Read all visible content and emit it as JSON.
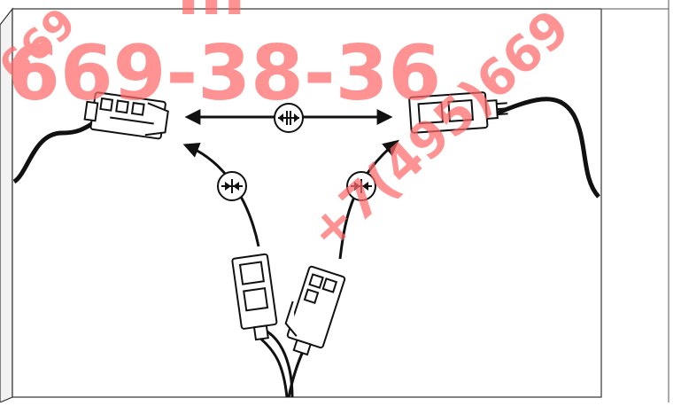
{
  "watermark": {
    "phone_main": "669-38-36",
    "phone_diagonal_right": "+7(495)669",
    "phone_partial_left": "669",
    "partial_top": "m -",
    "color": "#ff6a6a"
  },
  "symbols": {
    "disconnect_icon": "separate-connectors",
    "connect_icon": "join-connectors"
  },
  "colors": {
    "line": "#111111",
    "frame": "#333333",
    "panel_side": "#f2f2f2"
  }
}
